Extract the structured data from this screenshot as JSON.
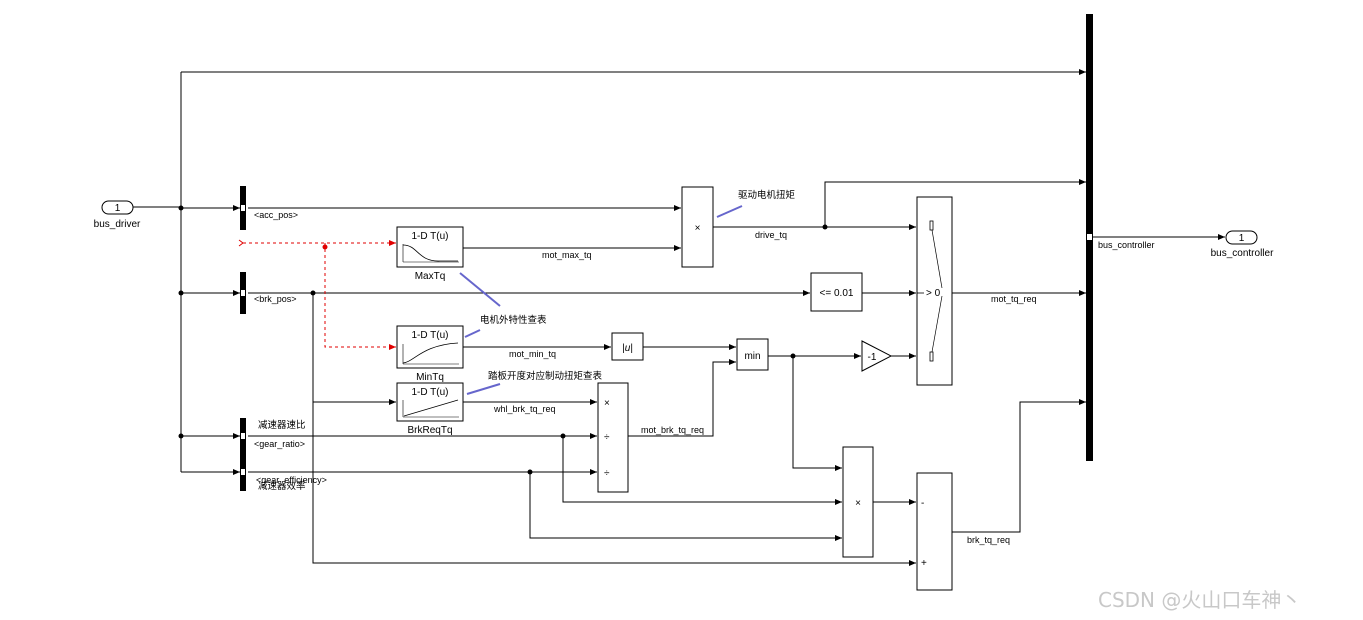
{
  "ports": {
    "in1_number": "1",
    "in1_name": "bus_driver",
    "out1_number": "1",
    "out1_name": "bus_controller"
  },
  "selectors": {
    "acc": "<acc_pos>",
    "brk": "<brk_pos>",
    "gear_ratio": "<gear_ratio>",
    "gear_eff": "<gear_efficiency>",
    "bus_controller_signal": "bus_controller"
  },
  "lookup_tables": {
    "maxtq": {
      "header": "1-D T(u)",
      "name": "MaxTq"
    },
    "mintq": {
      "header": "1-D T(u)",
      "name": "MinTq"
    },
    "brkreq": {
      "header": "1-D T(u)",
      "name": "BrkReqTq"
    }
  },
  "blocks": {
    "product_symbol": "×",
    "divide_symbol": "÷",
    "compare": "<= 0.01",
    "abs": "|u|",
    "min": "min",
    "gain": "-1",
    "switch_threshold": "> 0",
    "sum_minus": "-",
    "sum_plus": "+"
  },
  "signals": {
    "mot_max_tq": "mot_max_tq",
    "drive_tq": "drive_tq",
    "mot_tq_req": "mot_tq_req",
    "mot_min_tq": "mot_min_tq",
    "whl_brk_tq_req": "whl_brk_tq_req",
    "mot_brk_tq_req": "mot_brk_tq_req",
    "brk_tq_req": "brk_tq_req"
  },
  "annotations": {
    "drive_motor_torque": "驱动电机扭矩",
    "motor_char_table": "电机外特性查表",
    "pedal_brake_table": "踏板开度对应制动扭矩查表",
    "reducer_ratio": "减速器速比",
    "reducer_efficiency": "减速器效率"
  },
  "watermark": "CSDN @火山口车神丶",
  "colors": {
    "wire": "#000000",
    "dashed_wire": "#e00000",
    "annotation_line": "#6666cc",
    "watermark": "#c8c8c8"
  }
}
